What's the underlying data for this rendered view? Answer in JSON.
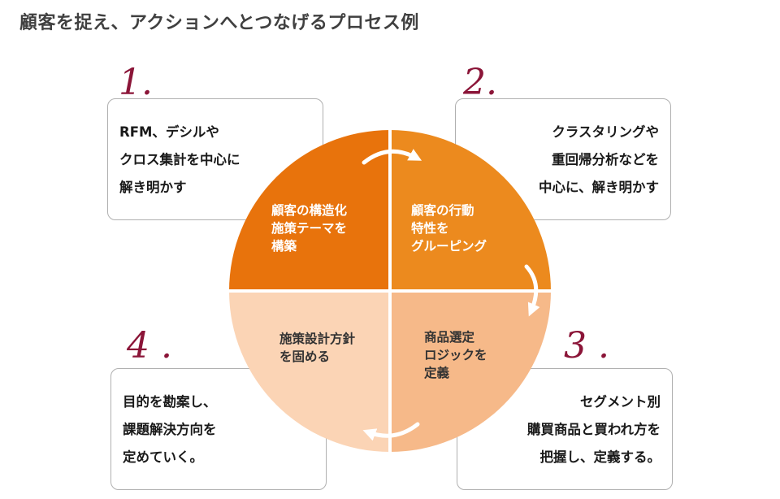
{
  "title": "顧客を捉え、アクションへとつなげるプロセス例",
  "colors": {
    "q1": "#e8730c",
    "q2": "#ec8a1e",
    "q3": "#f6b989",
    "q4": "#fbd4b5",
    "step_number": "#8b1538",
    "arrow": "#ffffff",
    "box_border": "#b0b0b0"
  },
  "steps": [
    {
      "number": "1.",
      "box_lines": [
        "RFM、デシルや",
        "クロス集計を中心に",
        "解き明かす"
      ],
      "quadrant_lines": [
        "顧客の構造化",
        "施策テーマを",
        "構築"
      ]
    },
    {
      "number": "2.",
      "box_lines": [
        "クラスタリングや",
        "重回帰分析などを",
        "中心に、解き明かす"
      ],
      "quadrant_lines": [
        "顧客の行動",
        "特性を",
        "グルーピング"
      ]
    },
    {
      "number": "3 .",
      "box_lines": [
        "セグメント別",
        "購買商品と買われ方を",
        "把握し、定義する。"
      ],
      "quadrant_lines": [
        "商品選定",
        "ロジックを",
        "定義"
      ]
    },
    {
      "number": "4 .",
      "box_lines": [
        "目的を勘案し、",
        "課題解決方向を",
        "定めていく。"
      ],
      "quadrant_lines": [
        "施策設計方針",
        "を固める"
      ]
    }
  ]
}
